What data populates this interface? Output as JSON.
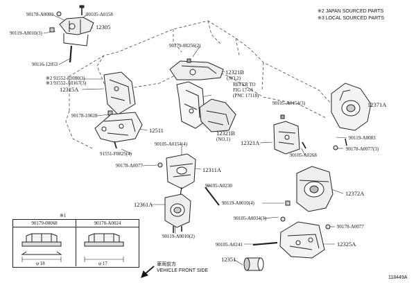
{
  "notes": [
    "※2 JAPAN SOURCED PARTS",
    "※3 LOCAL SOURCED PARTS"
  ],
  "labels": {
    "a1": "90178-A0080",
    "a2": "90105-A0158",
    "a3": "90119-A0010(3)",
    "a4": "12305",
    "a5": "90116-12053",
    "a6": "※2 91552-81080(3)",
    "a7": "※3 91552-A0167(3)",
    "a8": "12315A",
    "a9": "90179-08256(2)",
    "a10": "12321B",
    "a11": "(NO.2)",
    "a12": "REFER TO",
    "a13": "FIG 17-01",
    "a14": "(PNC 17118)",
    "a15": "12321B",
    "a16": "(NO.1)",
    "a17": "90178-10028",
    "a18": "12511",
    "a19": "91551-F0825(4)",
    "a20": "90105-A0154(4)",
    "a21": "90178-A0077",
    "a22": "12311A",
    "a23": "90105-A0230",
    "a24": "12361A",
    "a25": "90119-A0010(2)",
    "a26": "90105-A0154(3)",
    "a27": "12321A",
    "a28": "90105-A0268",
    "a29": "12371A",
    "a30": "90119-A0083",
    "a31": "90178-A0077(3)",
    "a32": "12372A",
    "a33": "90119-A0010(4)",
    "a34": "90105-A0034(3)",
    "a35": "90178-A0077",
    "a36": "90105-A0241",
    "a37": "12325A",
    "a38": "12351"
  },
  "table": {
    "marker": "※1",
    "col1_part": "90179-08068",
    "col2_part": "90178-A0024",
    "col1_dim": "φ 18",
    "col2_dim": "φ 17"
  },
  "front": {
    "jp": "車両前方",
    "en": "VEHICLE FRONT SIDE"
  },
  "figure_id": "118449A"
}
